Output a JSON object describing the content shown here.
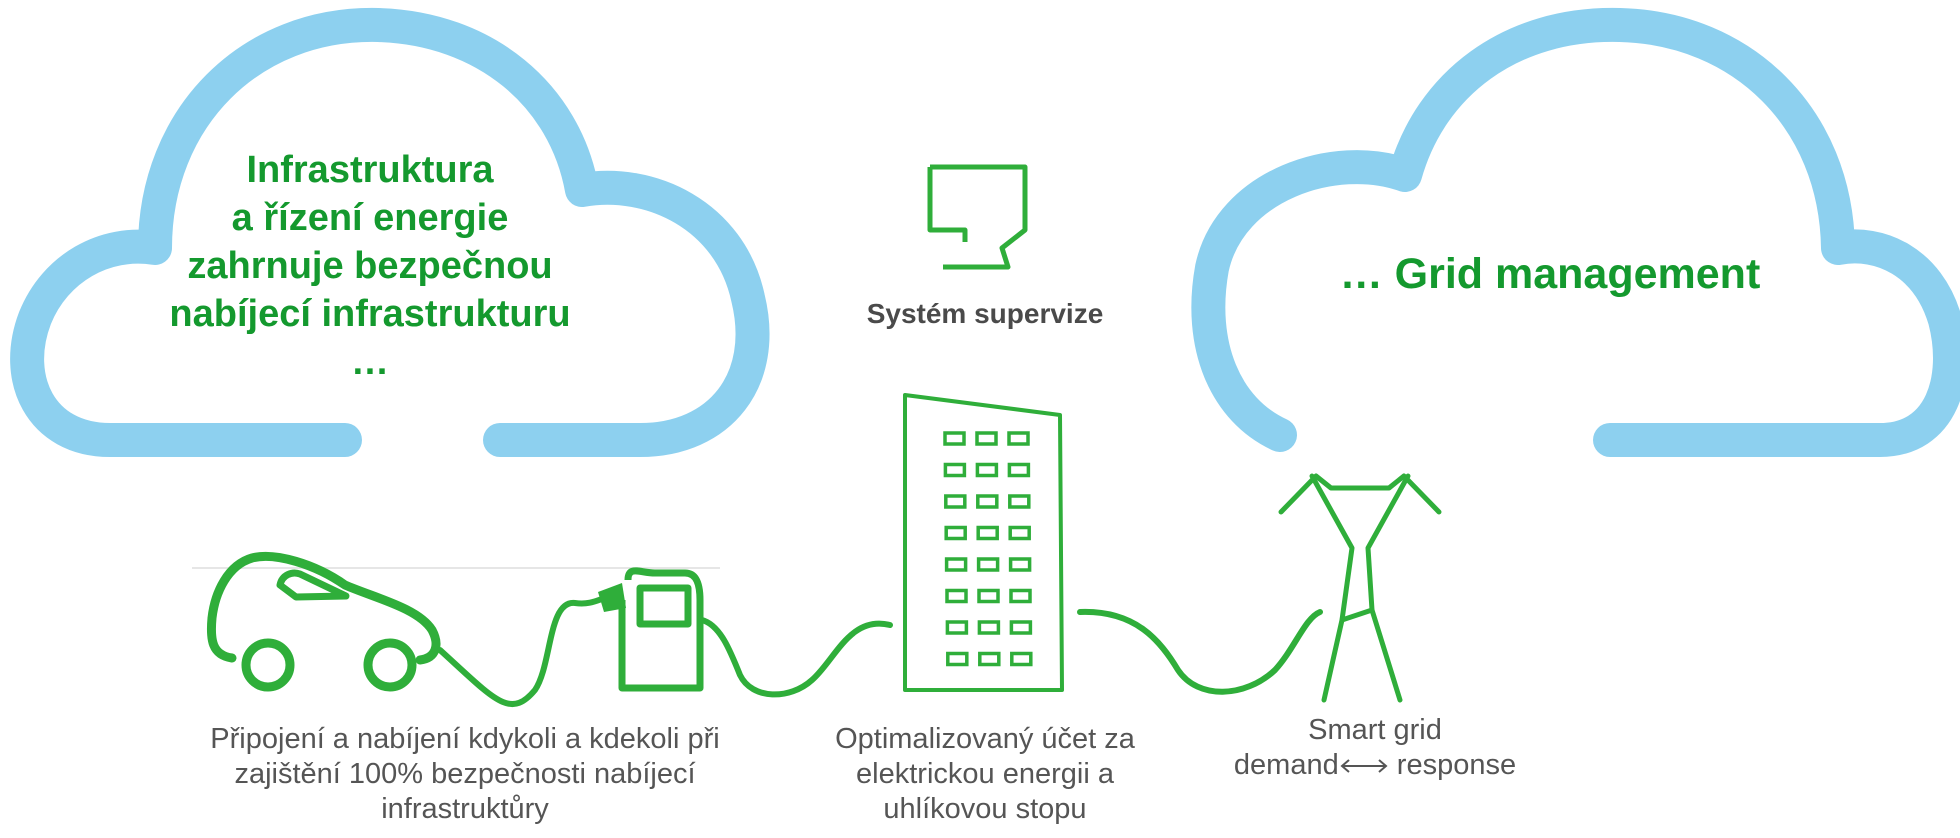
{
  "colors": {
    "cloud": "#8dd0ef",
    "accent_green": "#14992e",
    "icon_green": "#2fae3a",
    "caption_gray": "#555555",
    "label_dark": "#4a4a4a"
  },
  "left_cloud": {
    "lines": [
      "Infrastruktura",
      "a řízení energie",
      "zahrnuje bezpečnou",
      "nabíjecí infrastrukturu",
      "…"
    ]
  },
  "right_cloud": {
    "title": "… Grid management"
  },
  "supervision": {
    "icon": "monitor-icon",
    "label": "Systém supervize"
  },
  "icons": [
    "car-icon",
    "charging-station-icon",
    "building-icon",
    "power-pylon-icon"
  ],
  "captions": {
    "charging": {
      "lines": [
        "Připojení a nabíjení kdykoli a kdekoli při",
        "zajištění 100% bezpečnosti  nabíjecí",
        "infrastruktůry"
      ]
    },
    "building": {
      "lines": [
        "Optimalizovaný účet za",
        "elektrickou energii a",
        "uhlíkovou stopu"
      ]
    },
    "smart_grid": {
      "line1": "Smart grid",
      "demand": "demand",
      "response": "response"
    }
  }
}
